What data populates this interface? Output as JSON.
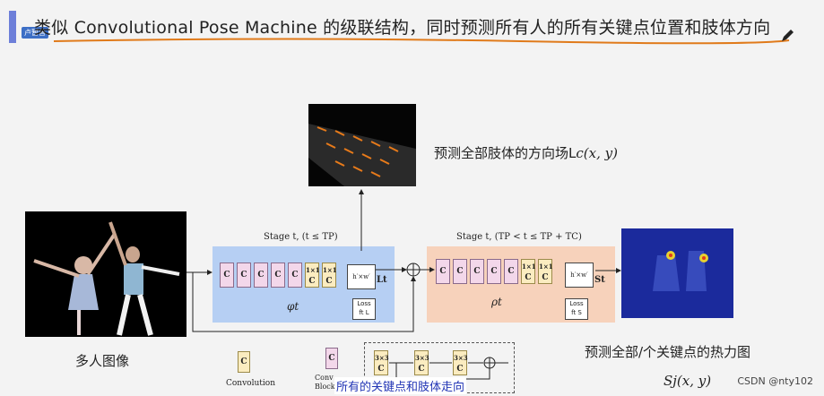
{
  "header": {
    "badge": "卢暂普",
    "title": "类似 Convolutional Pose Machine 的级联结构，同时预测所有人的所有关键点位置和肢体方向"
  },
  "diagram": {
    "paf_caption": "预测全部肢体的方向场L",
    "paf_caption_math": "c(x, y)",
    "input_caption": "多人图像",
    "heatmap_caption": "预测全部/个关键点的热力图",
    "heatmap_math": "Sj(x, y)",
    "stage1_label": "Stage t, (t ≤ T",
    "stage1_label_sub": "P)",
    "stage2_label": "Stage t, (T",
    "stage2_label_rest": "P < t ≤ TP + TC)",
    "phi": "φt",
    "rho": "ρt",
    "L_out": "Lt",
    "S_out": "St",
    "hw_label": "h′×w′",
    "loss1": "Loss",
    "loss1_sub": "ft L",
    "loss2": "Loss",
    "loss2_sub": "ft S",
    "block_c": "C",
    "block_1x1": "1×1",
    "block_3x3": "3×3",
    "legend_conv": "Convolution",
    "legend_block": "Conv Block",
    "overlay_text": "所有的关键点和肢体走向"
  },
  "watermark": "CSDN @nty102",
  "colors": {
    "stage1_bg": "#b6cff3",
    "stage2_bg": "#f7d2bb",
    "accent": "#6d7fd9"
  }
}
